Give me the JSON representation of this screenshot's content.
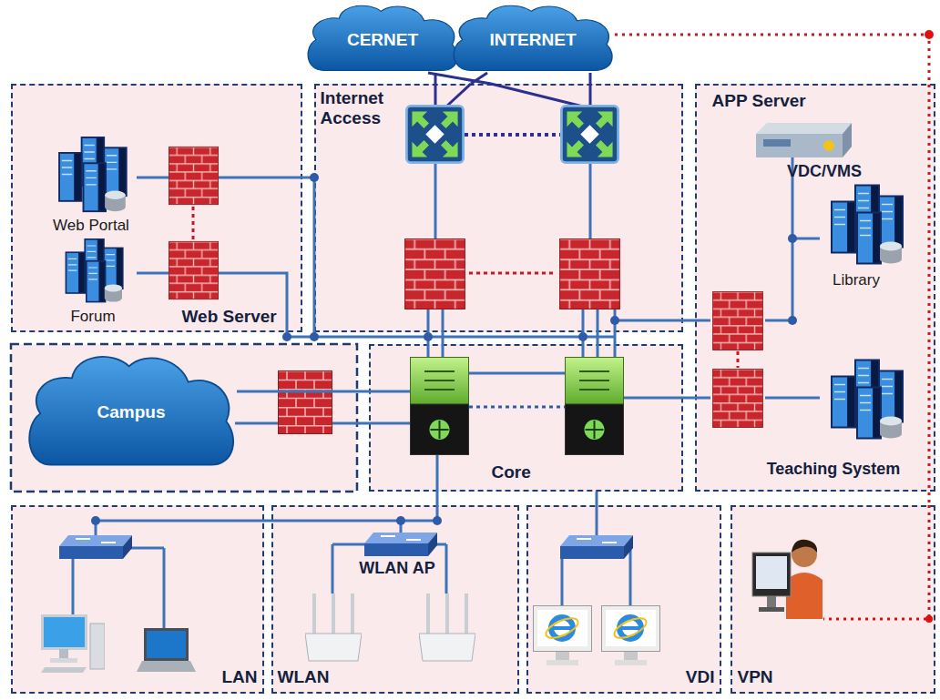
{
  "diagram": {
    "nodes": [
      {
        "text": [
          "CERNET"
        ]
      },
      {
        "text": [
          "INTERNET"
        ]
      },
      {
        "text": [
          "Web Server"
        ]
      },
      {
        "text": [
          "Internet Access"
        ]
      },
      {
        "text": [
          "APP Server"
        ]
      },
      {
        "text": [
          "Campus"
        ]
      },
      {
        "text": [
          "Core"
        ]
      },
      {
        "text": [
          "LAN"
        ]
      },
      {
        "text": [
          "WLAN"
        ]
      },
      {
        "text": [
          "VDI"
        ]
      },
      {
        "text": [
          "VPN"
        ]
      }
    ],
    "edges": [
      {
        "from": 0,
        "to": 3,
        "arrow": "none"
      },
      {
        "from": 1,
        "to": 3,
        "arrow": "none"
      },
      {
        "from": 0,
        "to": 3,
        "arrow": "none"
      },
      {
        "from": 1,
        "to": 3,
        "arrow": "none"
      },
      {
        "from": 1,
        "to": 10,
        "arrow": "none"
      },
      {
        "from": 5,
        "to": 6,
        "arrow": "none"
      },
      {
        "from": 6,
        "to": 9,
        "arrow": "none"
      }
    ],
    "labels": [
      "Web Portal",
      "Forum",
      "VDC/VMS",
      "Library",
      "Teaching System",
      "WLAN AP"
    ]
  }
}
